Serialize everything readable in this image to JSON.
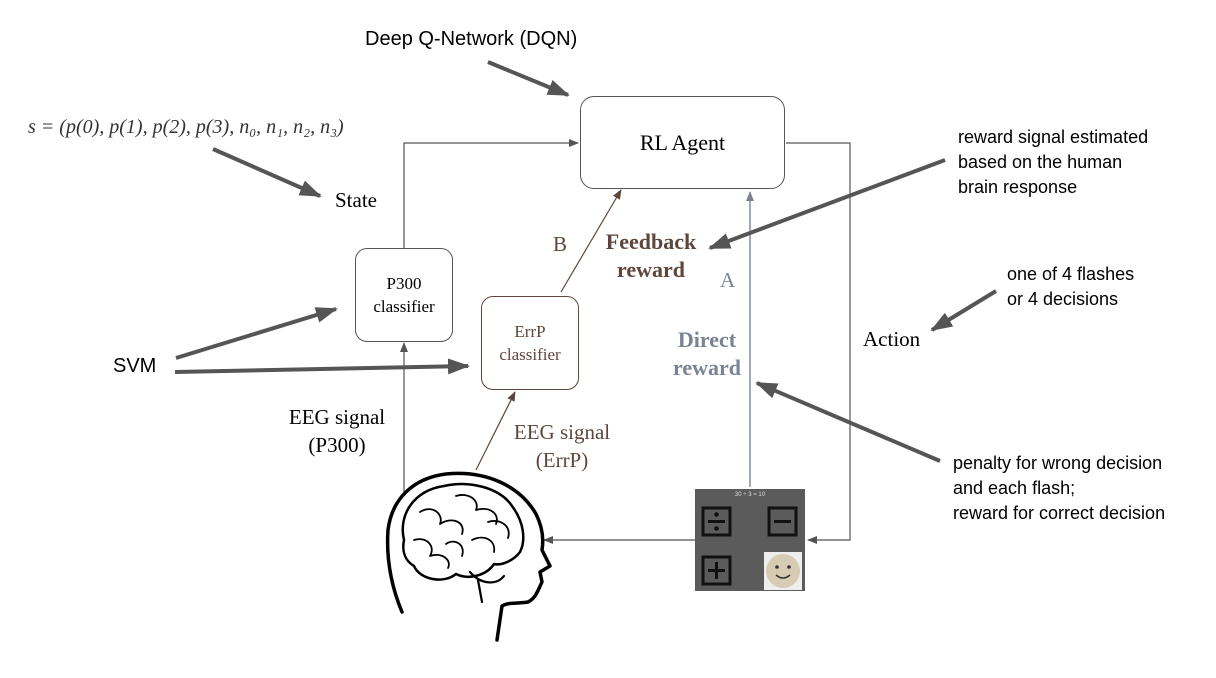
{
  "diagram": {
    "dqn_label": "Deep Q-Network (DQN)",
    "state_formula": "s = (p(0), p(1), p(2), p(3), n₀, n₁, n₂, n₃)",
    "state_label": "State",
    "rl_agent": "RL Agent",
    "p300_classifier": [
      "P300",
      "classifier"
    ],
    "errp_classifier": [
      "ErrP",
      "classifier"
    ],
    "svm_label": "SVM",
    "eeg_p300": [
      "EEG signal",
      "(P300)"
    ],
    "eeg_errp": [
      "EEG signal",
      "(ErrP)"
    ],
    "label_b": "B",
    "label_a": "A",
    "feedback_reward": [
      "Feedback",
      "reward"
    ],
    "direct_reward": [
      "Direct",
      "reward"
    ],
    "action_label": "Action",
    "note_reward_signal": [
      "reward signal estimated",
      "based on the human",
      "brain response"
    ],
    "note_action": [
      "one of 4 flashes",
      "or 4 decisions"
    ],
    "note_penalty": [
      "penalty for wrong decision",
      "and each flash;",
      "reward for correct decision"
    ],
    "screen_equation": "30 ÷ 3 = 10",
    "screen_icons": [
      "divide-icon",
      "minus-icon",
      "plus-icon",
      "smiley-icon"
    ],
    "brain_icon": "human-head-brain-icon"
  },
  "colors": {
    "line": "#555555",
    "errp_brown": "#5e463c",
    "direct_grey": "#7a8394",
    "callout_arrow": "#555555",
    "screen_bg": "#5b5b5b",
    "face_bg": "#d8cbb3"
  }
}
